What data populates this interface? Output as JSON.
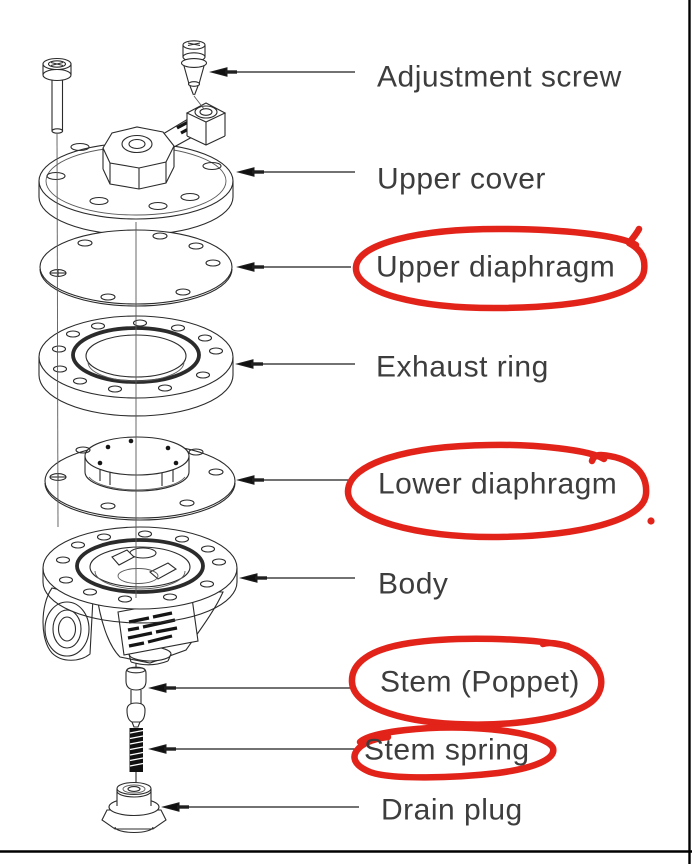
{
  "drawing": {
    "parts": [
      {
        "label": "Adjustment screw",
        "circled": false
      },
      {
        "label": "Upper cover",
        "circled": false
      },
      {
        "label": "Upper diaphragm",
        "circled": true
      },
      {
        "label": "Exhaust ring",
        "circled": false
      },
      {
        "label": "Lower diaphragm",
        "circled": true
      },
      {
        "label": "Body",
        "circled": false
      },
      {
        "label": "Stem (Poppet)",
        "circled": true
      },
      {
        "label": "Stem spring",
        "circled": true
      },
      {
        "label": "Drain plug",
        "circled": false
      }
    ],
    "colors": {
      "annotation_red": "#e2231a",
      "line": "#2b2b2b",
      "text": "#3d3d3d"
    },
    "icons": [
      "leader-arrow-icon"
    ]
  }
}
